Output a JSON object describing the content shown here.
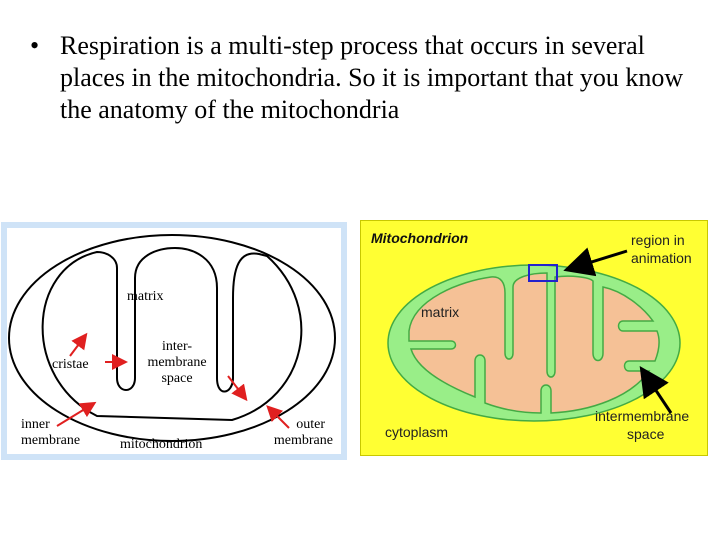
{
  "bullet": {
    "symbol": "•",
    "text": "Respiration is a multi-step process that occurs in several places in the mitochondria. So it is important that you know the anatomy of the mitochondria"
  },
  "left_diagram": {
    "labels": {
      "matrix": "matrix",
      "cristae": "cristae",
      "intermembrane_1": "inter-",
      "intermembrane_2": "membrane",
      "intermembrane_3": "space",
      "inner_1": "inner",
      "inner_2": "membrane",
      "mitochondrion": "mitochondrion",
      "outer_1": "outer",
      "outer_2": "membrane"
    },
    "colors": {
      "border": "#cfe3f7",
      "arrow": "#e02020"
    }
  },
  "right_diagram": {
    "labels": {
      "title": "Mitochondrion",
      "region_1": "region in",
      "region_2": "animation",
      "matrix": "matrix",
      "cytoplasm": "cytoplasm",
      "intermembrane_1": "intermembrane",
      "intermembrane_2": "space"
    },
    "colors": {
      "background": "#ffff33",
      "membrane": "#99ee88",
      "matrix": "#f5c196",
      "box": "#2222cc"
    }
  }
}
